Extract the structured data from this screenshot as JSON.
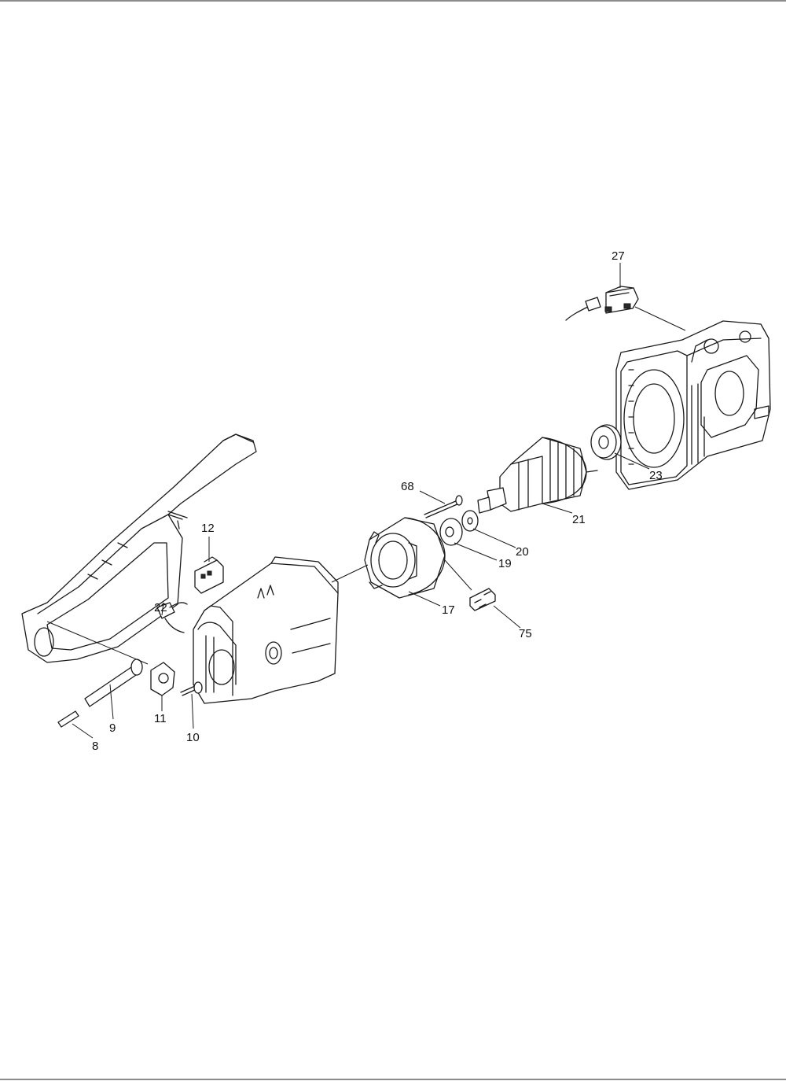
{
  "callouts": [
    {
      "id": "27",
      "label": "27"
    },
    {
      "id": "23",
      "label": "23"
    },
    {
      "id": "21",
      "label": "21"
    },
    {
      "id": "68",
      "label": "68"
    },
    {
      "id": "20",
      "label": "20"
    },
    {
      "id": "19",
      "label": "19"
    },
    {
      "id": "12",
      "label": "12"
    },
    {
      "id": "17",
      "label": "17"
    },
    {
      "id": "75",
      "label": "75"
    },
    {
      "id": "22",
      "label": "22"
    },
    {
      "id": "9",
      "label": "9"
    },
    {
      "id": "11",
      "label": "11"
    },
    {
      "id": "10",
      "label": "10"
    },
    {
      "id": "8",
      "label": "8"
    }
  ]
}
